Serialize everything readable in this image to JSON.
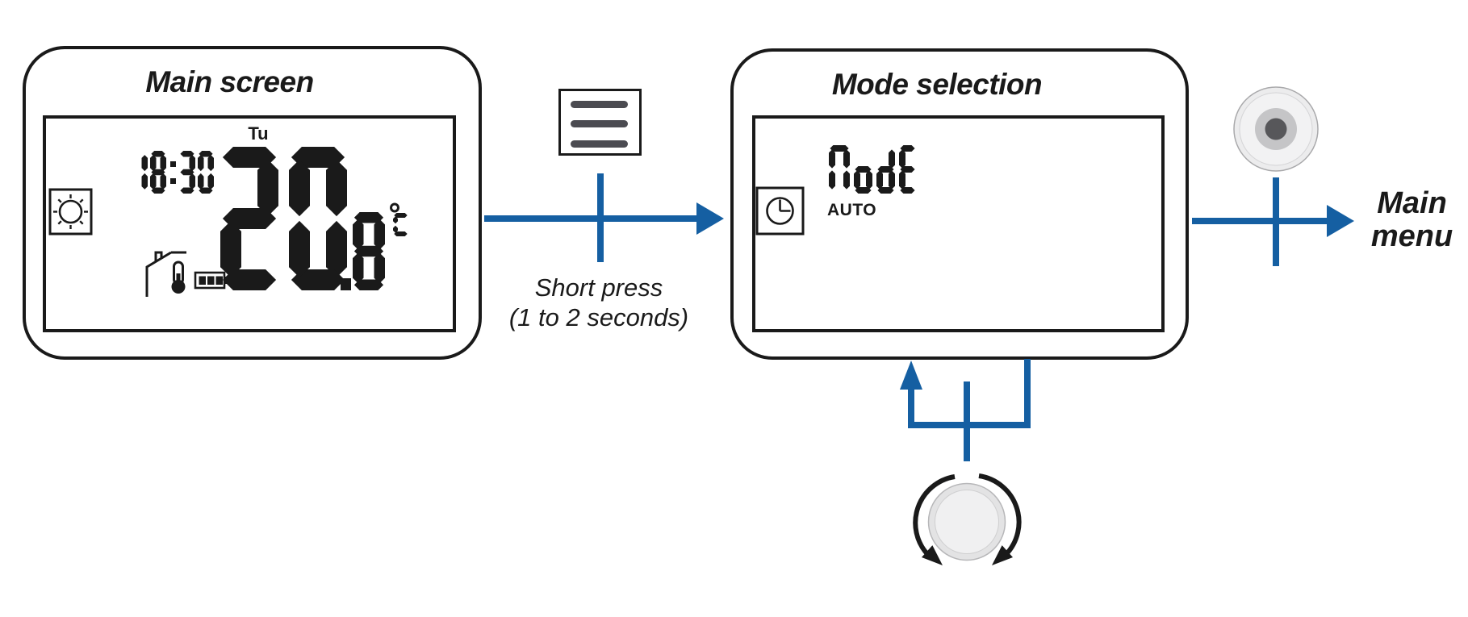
{
  "colors": {
    "accent_blue": "#155fa2",
    "line_black": "#1a1a1a",
    "menu_bar_gray": "#4b4b51"
  },
  "main_screen": {
    "title": "Main screen",
    "day": "Tu",
    "time": "18:30",
    "temperature": "20.8",
    "temperature_unit": "°C",
    "icons": [
      "sun-icon",
      "house-thermometer-icon",
      "battery-icon"
    ]
  },
  "transition_arrow": {
    "control_icon": "menu-button",
    "label_line1": "Short press",
    "label_line2": "(1 to 2 seconds)"
  },
  "mode_screen": {
    "title": "Mode selection",
    "display_text": "ModE",
    "mode_label": "AUTO",
    "icons": [
      "clock-icon"
    ]
  },
  "menu_arrow": {
    "control_icon": "push-button",
    "label_line1": "Main",
    "label_line2": "menu"
  },
  "rotate_control": {
    "icon": "rotary-knob"
  }
}
